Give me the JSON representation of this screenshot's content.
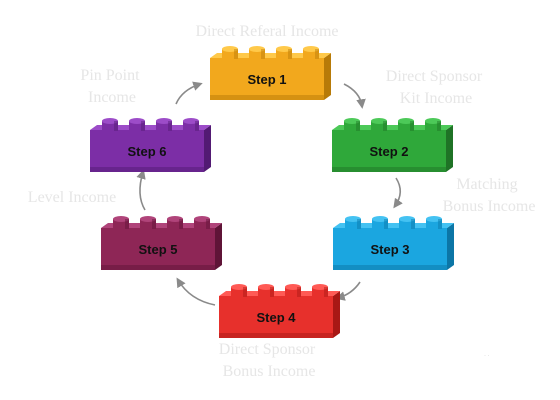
{
  "steps": [
    {
      "label": "Step 1",
      "color": "#f2a81d",
      "dark": "#b77a08",
      "top": "#ffc94a"
    },
    {
      "label": "Step 2",
      "color": "#2fa83a",
      "dark": "#1f7326",
      "top": "#4cc958"
    },
    {
      "label": "Step 3",
      "color": "#1ba6e0",
      "dark": "#0c76a6",
      "top": "#44c2f2"
    },
    {
      "label": "Step 4",
      "color": "#e7302c",
      "dark": "#a81815",
      "top": "#ff5a55"
    },
    {
      "label": "Step 5",
      "color": "#8e2656",
      "dark": "#5f1437",
      "top": "#b0447a"
    },
    {
      "label": "Step 6",
      "color": "#7c2ea6",
      "dark": "#521a73",
      "top": "#9c4cc8"
    }
  ],
  "income_labels": [
    [
      "Direct Referal Income"
    ],
    [
      "Direct Sponsor",
      "Kit Income"
    ],
    [
      "Matching",
      "Bonus Income"
    ],
    [
      "Direct Sponsor",
      "Bonus Income"
    ],
    [
      "Level Income"
    ],
    [
      "Pin Point",
      "Income"
    ]
  ]
}
